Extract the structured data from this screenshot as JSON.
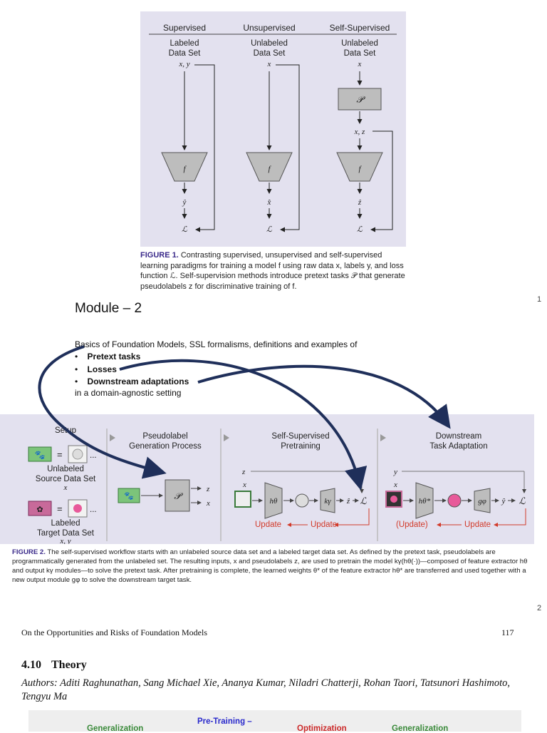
{
  "figure1": {
    "columns": [
      "Supervised",
      "Unsupervised",
      "Self-Supervised"
    ],
    "data_labels": [
      [
        "Labeled",
        "Data Set"
      ],
      [
        "Unlabeled",
        "Data Set"
      ],
      [
        "Unlabeled",
        "Data Set"
      ]
    ],
    "inputs": [
      "x, y",
      "x",
      "x"
    ],
    "pretext_symbol": "𝒫",
    "pseudo_input": "x, z",
    "model_symbol": "f",
    "outputs": [
      "ŷ",
      "x̂",
      "ẑ"
    ],
    "loss_symbol": "ℒ",
    "caption_label": "FIGURE 1.",
    "caption_text": "Contrasting supervised, unsupervised and self-supervised learning paradigms for training a model f using raw data x, labels y, and loss function ℒ. Self-supervision methods introduce pretext tasks 𝒫 that generate pseudolabels z for discriminative training of f.",
    "page_number": "1"
  },
  "module": {
    "title": "Module – 2",
    "description": "Basics of Foundation Models, SSL formalisms, definitions and examples of",
    "bullets": [
      "Pretext tasks",
      "Losses",
      "Downstream adaptations"
    ],
    "footer": "in a domain-agnostic setting"
  },
  "figure2": {
    "sections": {
      "setup": "Setup",
      "pseudolabel": [
        "Pseudolabel",
        "Generation Process"
      ],
      "pretraining": [
        "Self-Supervised",
        "Pretraining"
      ],
      "downstream": [
        "Downstream",
        "Task Adaptation"
      ]
    },
    "source_label": [
      "Unlabeled",
      "Source Data Set"
    ],
    "source_var": "x",
    "target_label": [
      "Labeled",
      "Target Data Set"
    ],
    "target_var": "x, y",
    "ellipsis": "...",
    "pretext_symbol": "𝒫",
    "z_label": "z",
    "x_label": "x",
    "y_label": "y",
    "h_theta": "hθ",
    "h_theta_star": "hθ*",
    "k_gamma": "kγ",
    "g_phi": "gφ",
    "z_hat": "ẑ",
    "y_hat": "ŷ",
    "loss": "ℒ",
    "update": "Update",
    "update_paren": "(Update)",
    "caption_label": "FIGURE 2.",
    "caption_text": "The self-supervised workflow starts with an unlabeled source data set and a labeled target data set. As defined by the pretext task, pseudolabels are programmatically generated from the unlabeled set. The resulting inputs, x and pseudolabels z, are used to pretrain the model kγ(hθ(·))—composed of feature extractor hθ and output kγ modules—to solve the pretext task. After pretraining is complete, the learned weights θ* of the feature extractor hθ* are transferred and used together with a new output module gφ to solve the downstream target task.",
    "page_number": "2"
  },
  "book": {
    "header": "On the Opportunities and Risks of Foundation Models",
    "page": "117",
    "section_number": "4.10",
    "section_title": "Theory",
    "authors": "Authors: Aditi Raghunathan, Sang Michael Xie, Ananya Kumar, Niladri Chatterji, Rohan Taori, Tatsunori Hashimoto, Tengyu Ma",
    "tabs": [
      "Generalization",
      "Pre-Training –",
      "Optimization",
      "Generalization"
    ]
  },
  "colors": {
    "figure_bg": "#e3e1ef",
    "arrow_navy": "#1f2f5a",
    "update_red": "#d23a2a",
    "source_green": "#7cc47a",
    "target_pink": "#c86a9a"
  }
}
